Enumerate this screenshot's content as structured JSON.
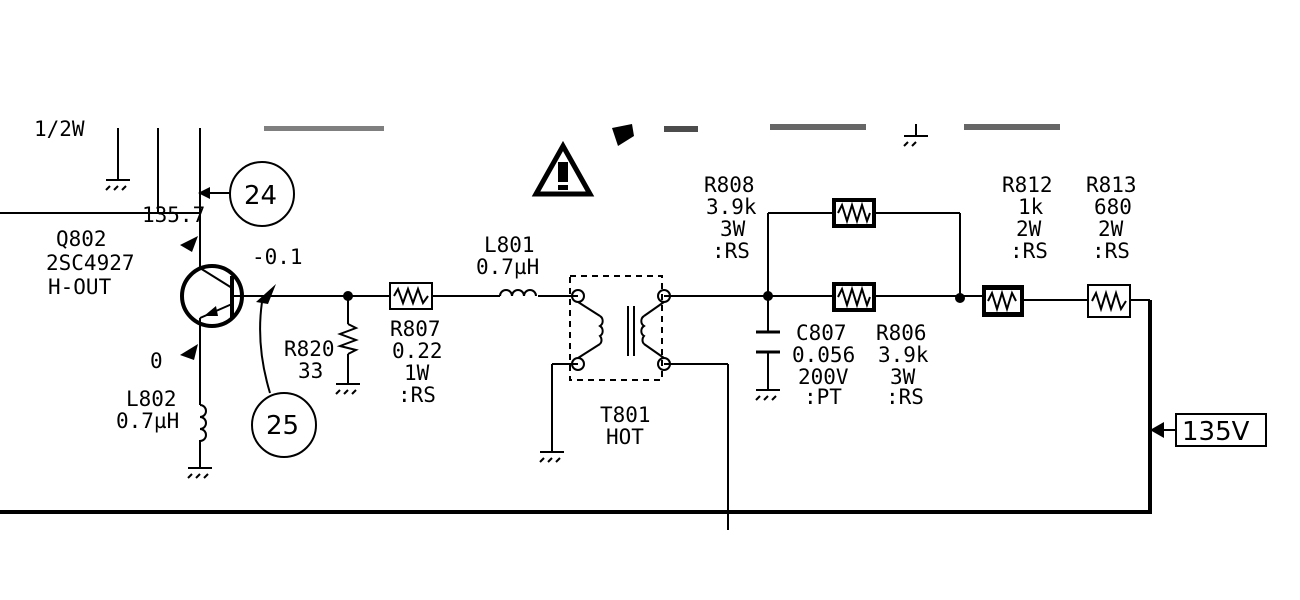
{
  "labels": {
    "q802_ref": "Q802",
    "q802_part": "2SC4927",
    "q802_func": "H-OUT",
    "v_collector": "135.7",
    "v_base": "-0.1",
    "v_emitter": "0",
    "test_24": "24",
    "test_25": "25",
    "l802_ref": "L802",
    "l802_val": "0.7µH",
    "r820_ref": "R820",
    "r820_val": "33",
    "r807_ref": "R807",
    "r807_val": "0.22",
    "r807_pwr": "1W",
    "r807_type": ":RS",
    "l801_ref": "L801",
    "l801_val": "0.7µH",
    "t801_ref": "T801",
    "t801_func": "HOT",
    "r808_ref": "R808",
    "r808_val": "3.9k",
    "r808_pwr": "3W",
    "r808_type": ":RS",
    "c807_ref": "C807",
    "c807_val": "0.056",
    "c807_volt": "200V",
    "c807_type": ":PT",
    "r806_ref": "R806",
    "r806_val": "3.9k",
    "r806_pwr": "3W",
    "r806_type": ":RS",
    "r812_ref": "R812",
    "r812_val": "1k",
    "r812_pwr": "2W",
    "r812_type": ":RS",
    "r813_ref": "R813",
    "r813_val": "680",
    "r813_pwr": "2W",
    "r813_type": ":RS",
    "supply": "135V",
    "top_cut": "1/2W"
  },
  "colors": {
    "ink": "#000000",
    "paper": "#ffffff"
  },
  "icons": {
    "warning": "warning-triangle-icon",
    "ground": "ground-icon"
  }
}
